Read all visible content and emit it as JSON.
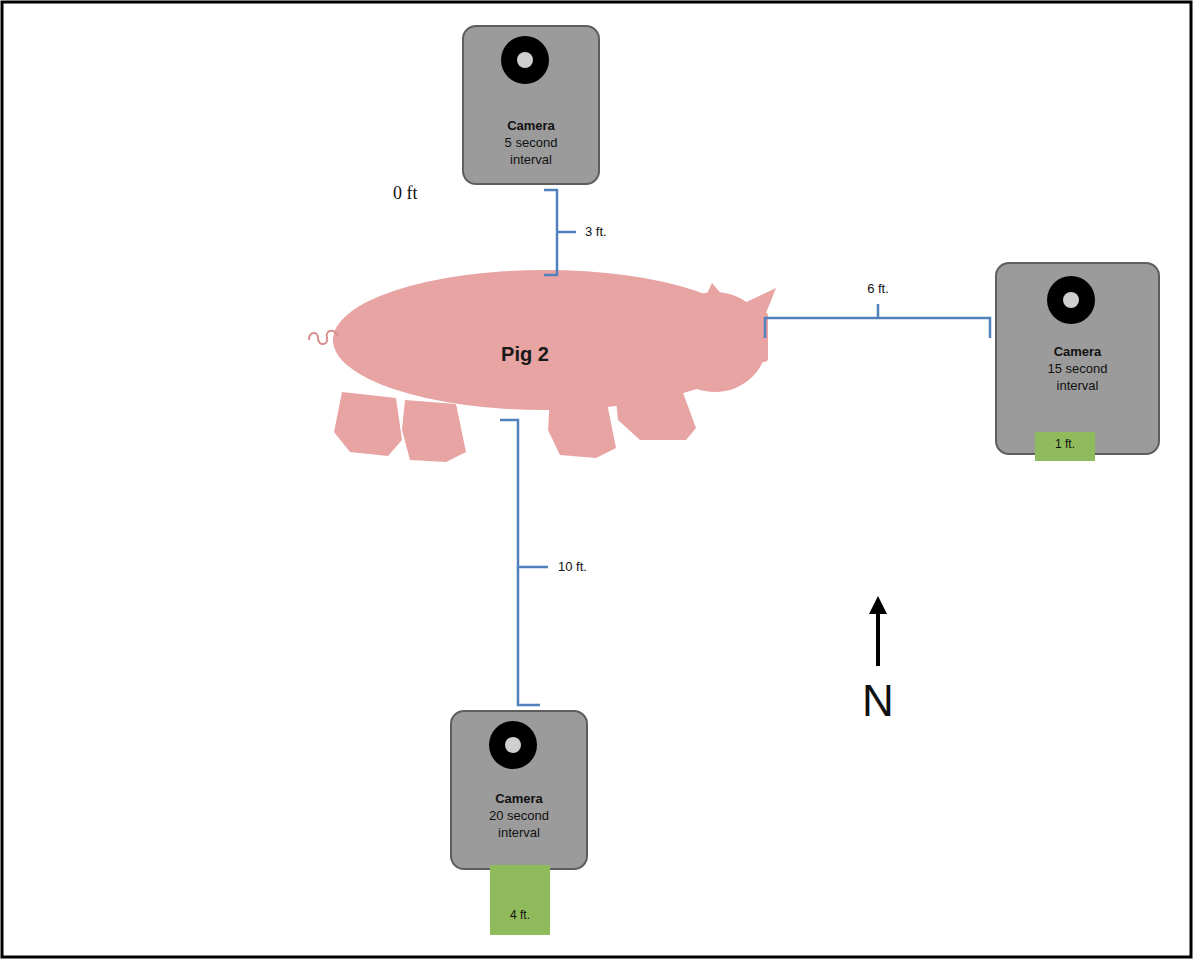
{
  "diagram": {
    "nodes": [
      {
        "text": [
          "Camera",
          "5 second interval"
        ]
      },
      {
        "text": [
          "Pig 2"
        ]
      },
      {
        "text": [
          "Camera",
          "15 second interval"
        ]
      },
      {
        "text": [
          "1 ft."
        ]
      },
      {
        "text": [
          "Camera",
          "20 second interval"
        ]
      },
      {
        "text": [
          "4 ft."
        ]
      }
    ],
    "labels": [
      "0 ft",
      "3 ft.",
      "6 ft.",
      "10 ft.",
      "N"
    ]
  }
}
